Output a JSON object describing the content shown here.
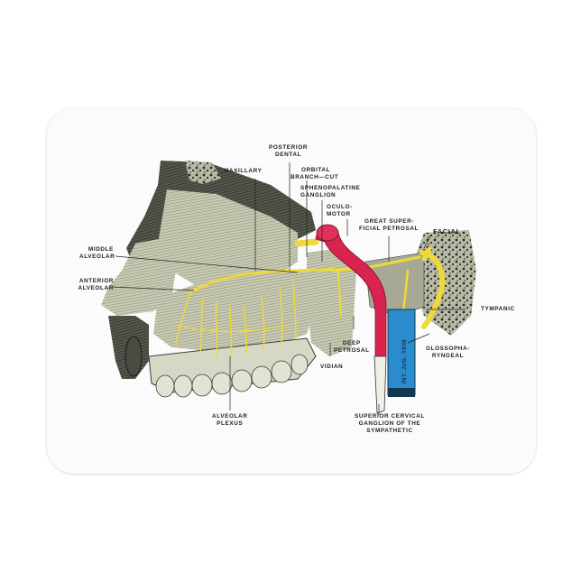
{
  "product": {
    "type": "flexible rectangular magnet",
    "background_color": "#fbfbfb"
  },
  "illustration": {
    "subject": "Nerves of the maxilla and sphenopalatine ganglion (sagittal view of skull)",
    "colors": {
      "bone": "#c9cbb4",
      "bone_shadow": "#3b3d36",
      "nerve": "#f0dc3c",
      "artery": "#d8244e",
      "vein": "#2a8ccc",
      "ink": "#222222"
    },
    "labels": {
      "posterior_dental": [
        "POSTERIOR",
        "DENTAL"
      ],
      "maxillary": "MAXILLARY",
      "orbital_branch": [
        "ORBITAL",
        "BRANCH—CUT"
      ],
      "sphenopalatine_ganglion": [
        "SPHENOPALATINE",
        "GANGLION"
      ],
      "oculomotor": [
        "OCULO-",
        "MOTOR"
      ],
      "great_superficial_petrosal": [
        "GREAT SUPER-",
        "FICIAL PETROSAL"
      ],
      "facial": "FACIAL",
      "middle_alveolar": [
        "MIDDLE",
        "ALVEOLAR"
      ],
      "anterior_alveolar": [
        "ANTERIOR",
        "ALVEOLAR"
      ],
      "tympanic": "TYMPANIC",
      "deep_petrosal": [
        "DEEP",
        "PETROSAL"
      ],
      "vidian": "VIDIAN",
      "glossopharyngeal": [
        "GLOSSOPHA-",
        "RYNGEAL"
      ],
      "alveolar_plexus": [
        "ALVEOLAR",
        "PLEXUS"
      ],
      "superior_cervical_ganglion": [
        "SUPERIOR CERVICAL",
        "GANGLION OF THE",
        "SYMPATHETIC"
      ],
      "int_jug_vein": "INT. JUG. VEIN"
    }
  }
}
